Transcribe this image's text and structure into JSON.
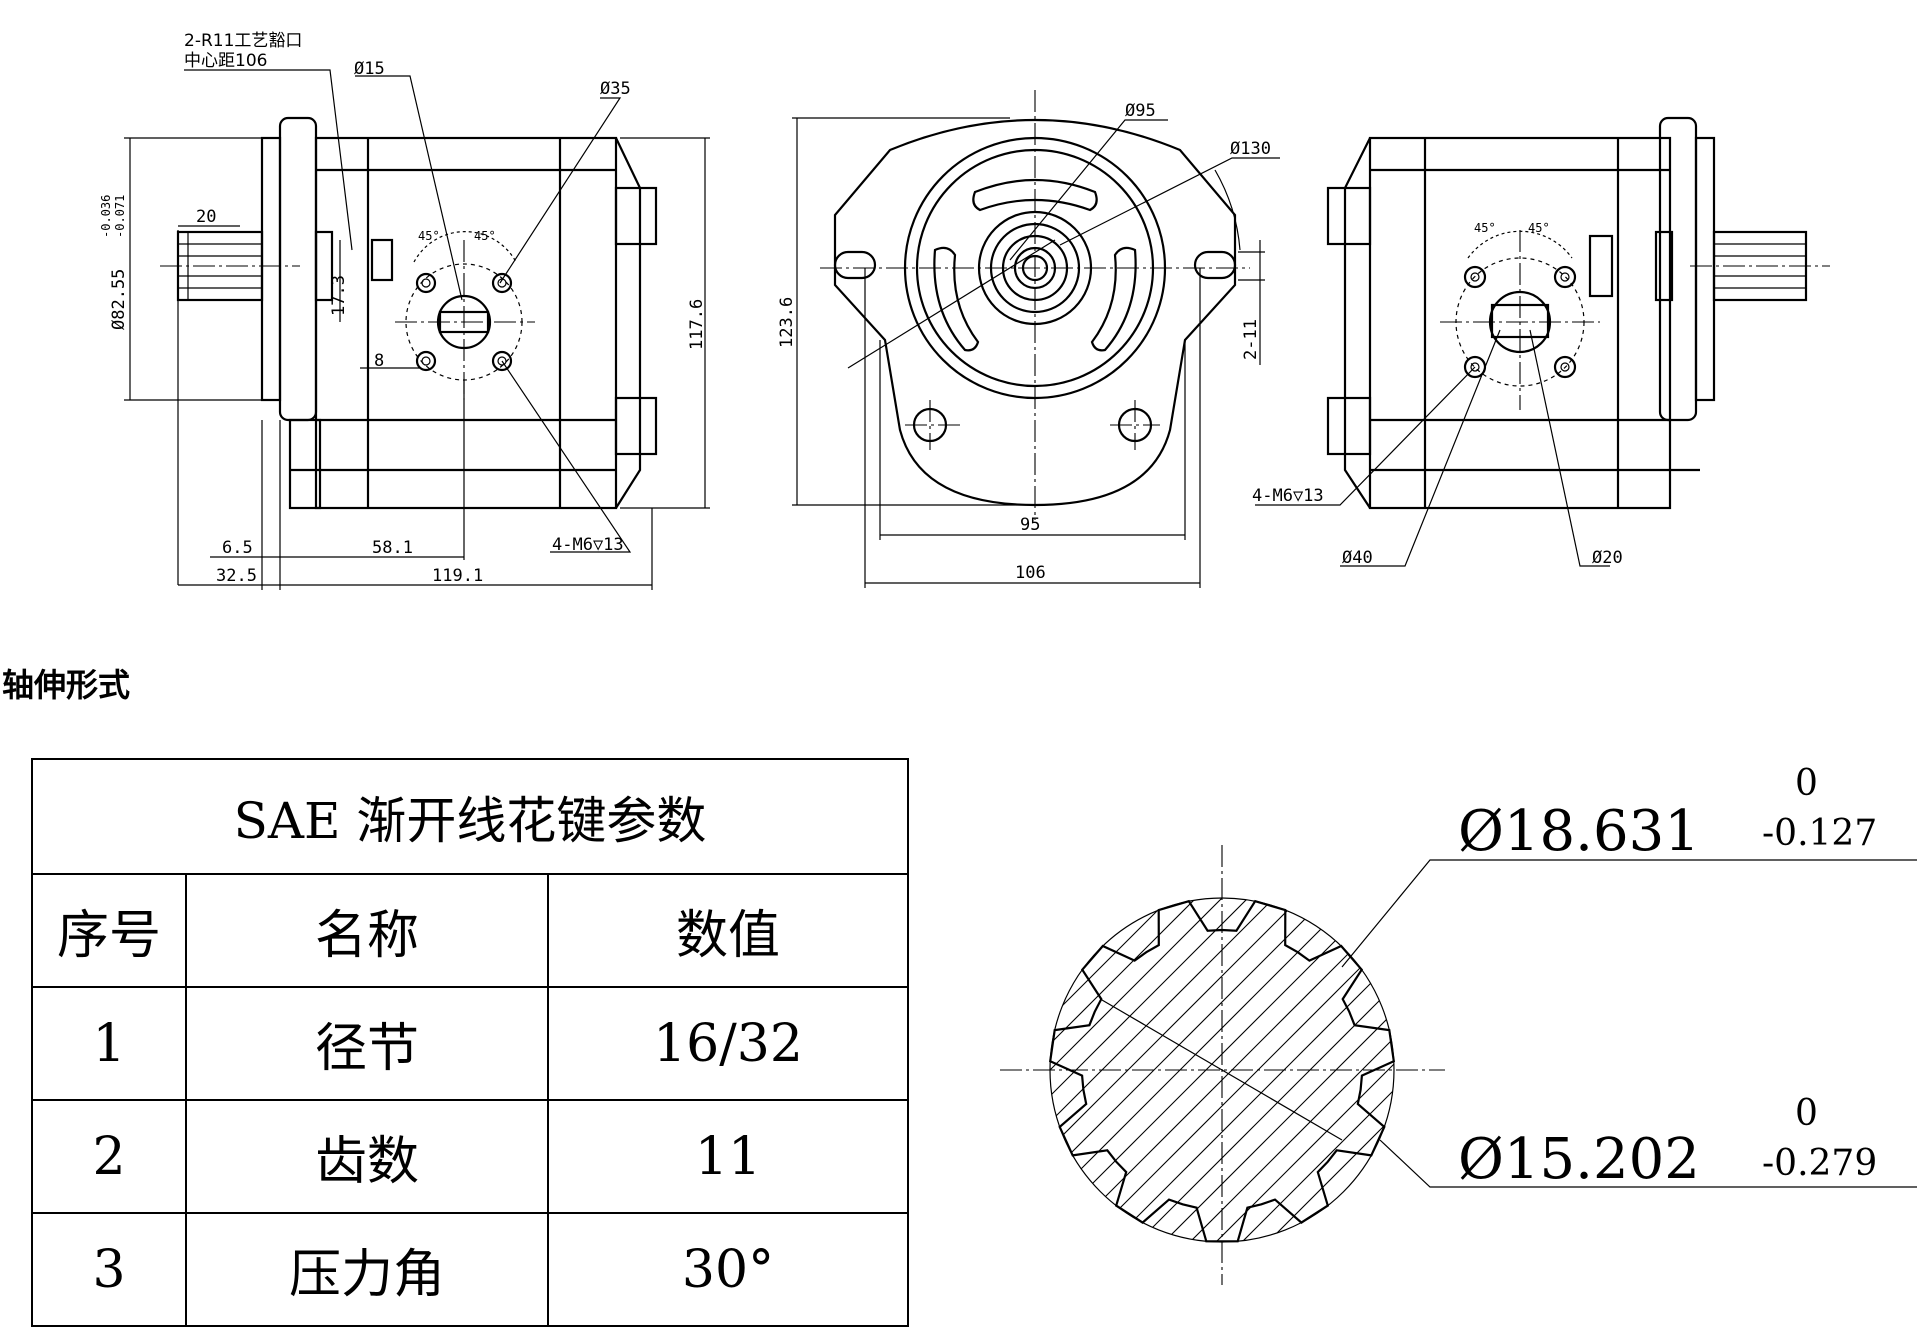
{
  "front_view": {
    "port_note_line1": "2-R11工艺豁口",
    "port_note_line2": "中心距106",
    "dia_port": "Ø15",
    "dia_bolt_circle": "Ø35",
    "tol_upper": "-0.036",
    "tol_lower": "-0.071",
    "dia_pilot": "Ø82.55",
    "shaft_length": "20",
    "port_height": "17.3",
    "port_offset": "8",
    "height_total": "117.6",
    "angle_left": "45°",
    "angle_right": "45°",
    "flange_thickness": "6.5",
    "port_position": "58.1",
    "shaft_protrusion": "32.5",
    "body_length": "119.1",
    "thread_spec": "4-M6▽13"
  },
  "end_view": {
    "dia_spigot": "Ø95",
    "dia_flange": "Ø130",
    "height": "123.6",
    "slot_width": "2-11",
    "bolt_spacing": "95",
    "mount_spacing": "106"
  },
  "rear_view": {
    "angle_left": "45°",
    "angle_right": "45°",
    "thread_spec": "4-M6▽13",
    "dia_bolt_circle": "Ø40",
    "dia_port": "Ø20"
  },
  "section_title": "轴伸形式",
  "spline_table": {
    "title": "SAE   渐开线花键参数",
    "headers": [
      "序号",
      "名称",
      "数值"
    ],
    "rows": [
      [
        "1",
        "径节",
        "16/32"
      ],
      [
        "2",
        "齿数",
        "11"
      ],
      [
        "3",
        "压力角",
        "30°"
      ]
    ]
  },
  "spline_section": {
    "outer_dia": "Ø18.631",
    "outer_tol_upper": "0",
    "outer_tol_lower": "-0.127",
    "root_dia": "Ø15.202",
    "root_tol_upper": "0",
    "root_tol_lower": "-0.279"
  }
}
